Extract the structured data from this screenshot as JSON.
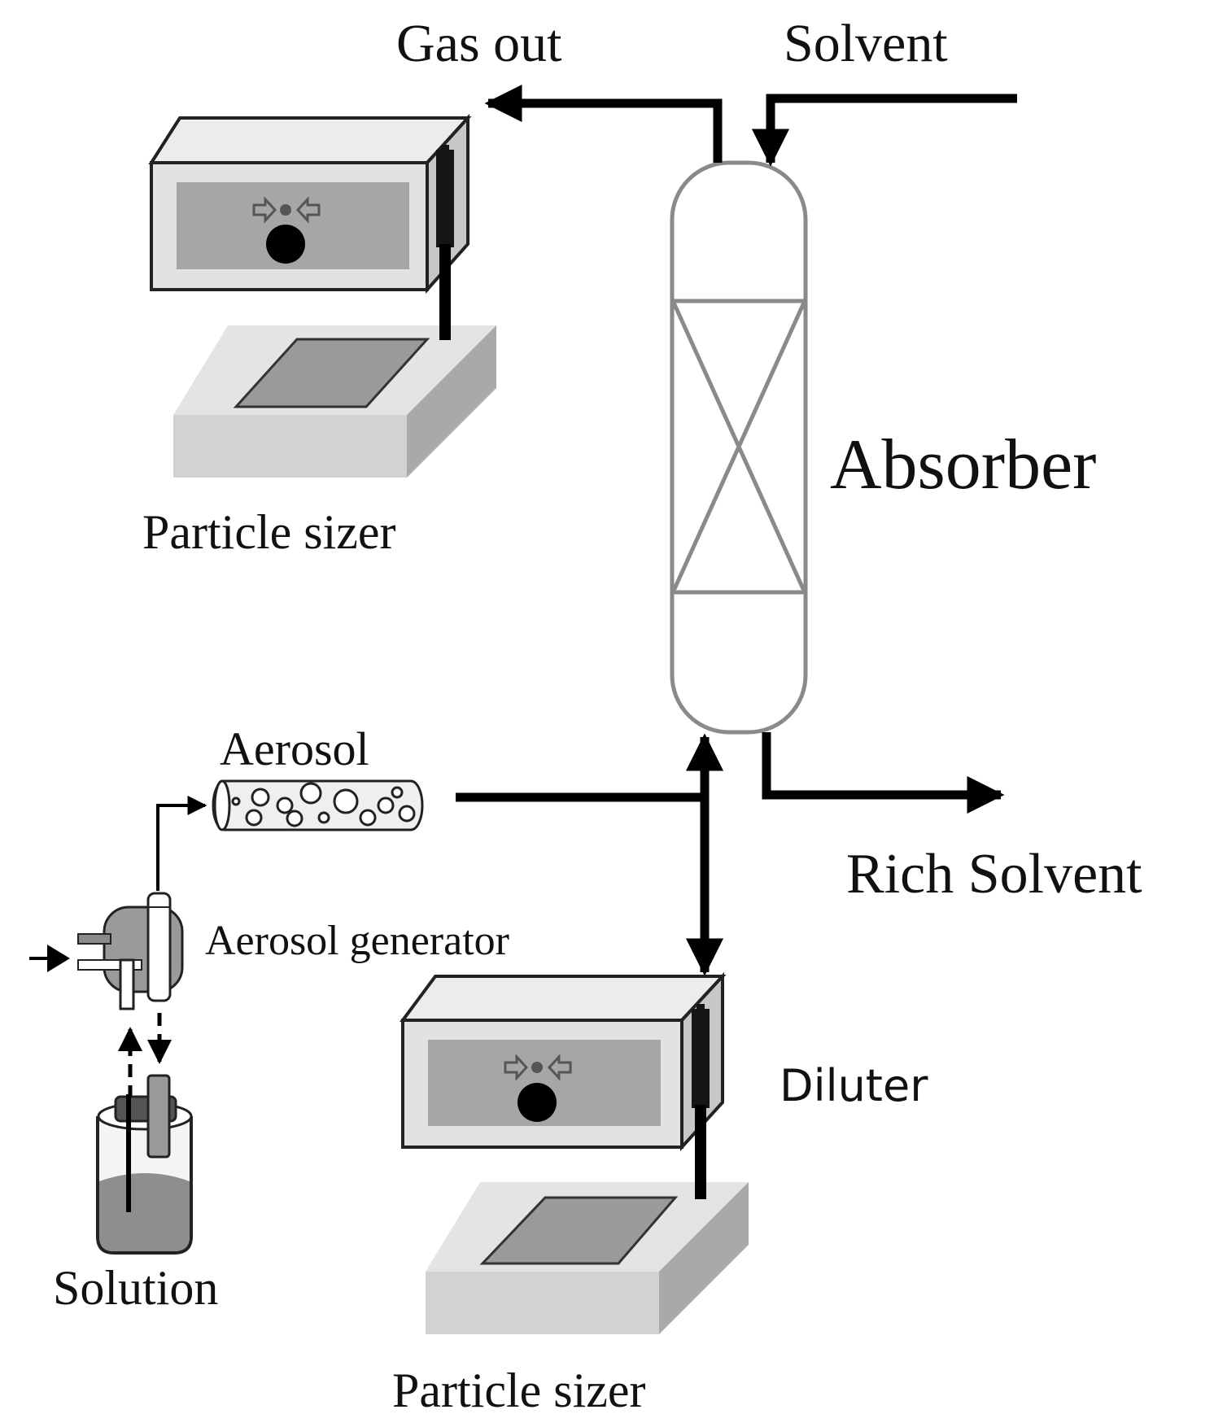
{
  "labels": {
    "gas_out": "Gas out",
    "solvent": "Solvent",
    "absorber": "Absorber",
    "particle_sizer_top": "Particle sizer",
    "aerosol": "Aerosol",
    "rich_solvent": "Rich Solvent",
    "aerosol_generator": "Aerosol generator",
    "diluter": "Diluter",
    "solution": "Solution",
    "particle_sizer_bottom": "Particle sizer"
  }
}
